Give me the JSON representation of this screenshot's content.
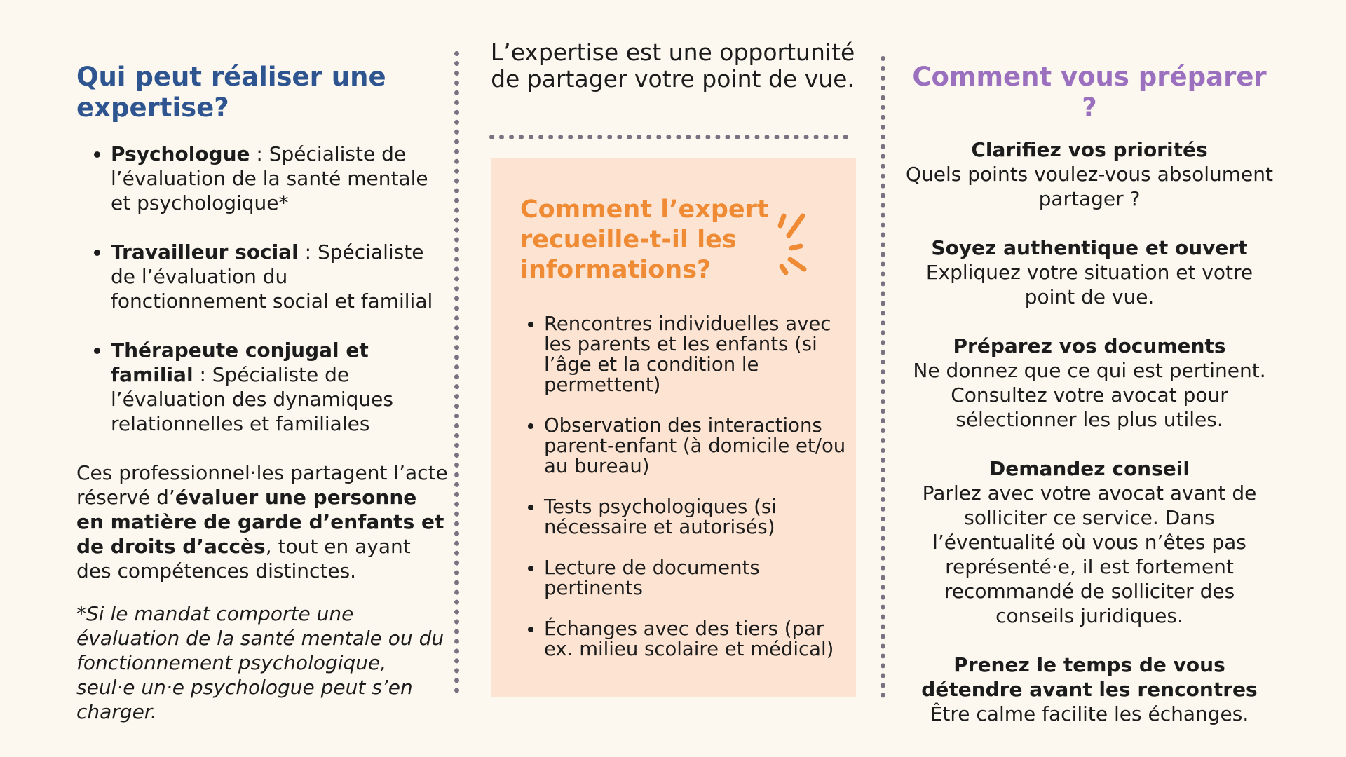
{
  "left": {
    "title": "Qui peut réaliser une expertise?",
    "items": [
      {
        "term": "Psychologue",
        "desc": " : Spécialiste de l’évaluation de la santé mentale et psychologique*"
      },
      {
        "term": "Travailleur social",
        "desc": " : Spécialiste de l’évaluation du fonctionnement social et familial"
      },
      {
        "term": "Thérapeute conjugal et familial",
        "desc": " : Spécialiste de l’évaluation des dynamiques relationnelles et familiales"
      }
    ],
    "para_start": "Ces professionnel·les partagent l’acte réservé d’",
    "para_bold": "évaluer une personne en matière de garde d’enfants et de droits d’accès",
    "para_end": ", tout en ayant des compétences distinctes.",
    "note": "*Si le mandat comporte une évaluation de la santé mentale ou du fonctionnement psychologique, seul·e un·e psychologue peut s’en charger."
  },
  "middle": {
    "quote": "L’expertise est une opportunité de partager votre point de vue.",
    "box_title": "Comment l’expert recueille-t-il les informations?",
    "items": [
      "Rencontres individuelles avec les parents et les enfants (si l’âge et la condition le permettent)",
      "Observation des interactions parent-enfant (à domicile et/ou au bureau)",
      "Tests psychologiques (si nécessaire et autorisés)",
      "Lecture de documents pertinents",
      "Échanges avec des tiers (par ex. milieu scolaire et médical)"
    ]
  },
  "right": {
    "title": "Comment vous préparer ?",
    "sections": [
      {
        "heading": "Clarifiez vos priorités",
        "text": "Quels points voulez-vous absolument partager ?"
      },
      {
        "heading": "Soyez authentique et ouvert",
        "text": "Expliquez votre situation et votre point de vue."
      },
      {
        "heading": "Préparez vos documents",
        "text": "Ne donnez que ce qui est pertinent. Consultez votre avocat pour sélectionner les plus utiles."
      },
      {
        "heading": "Demandez conseil",
        "text": "Parlez avec votre avocat avant de solliciter ce service. Dans l’éventualité où vous n’êtes pas représenté·e, il est fortement recommandé de solliciter des conseils juridiques."
      },
      {
        "heading": "Prenez le temps de vous détendre avant les rencontres",
        "text": "Être calme facilite les échanges."
      }
    ]
  },
  "colors": {
    "background": "#fcf8ef",
    "blue": "#2e5590",
    "orange": "#ef8a35",
    "purple": "#9a70bf",
    "box": "#fde4d2"
  }
}
